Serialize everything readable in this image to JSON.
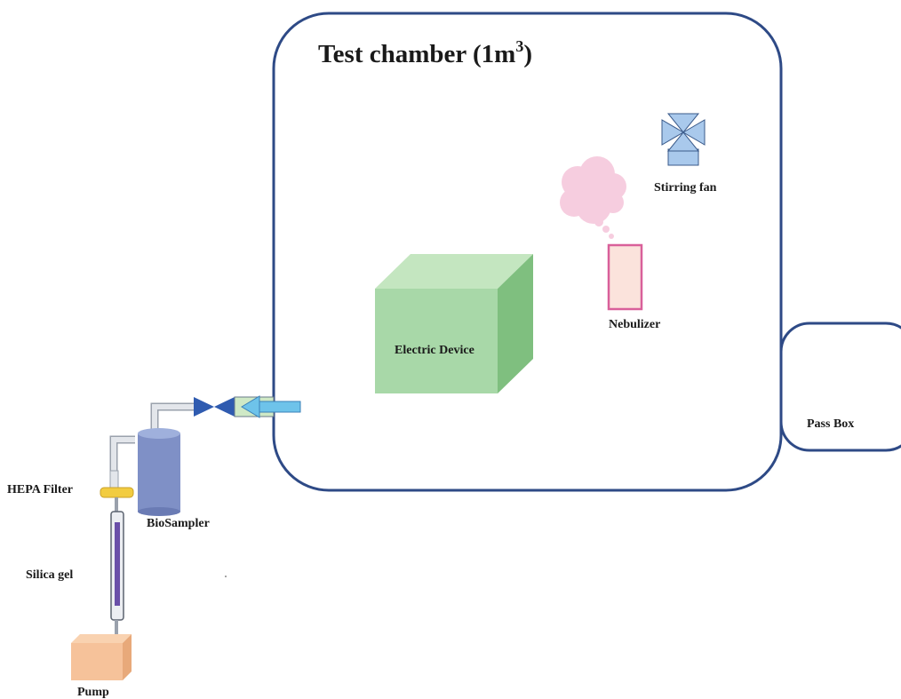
{
  "title": {
    "text": "Test chamber (1m",
    "superscript": "3",
    "close": ")"
  },
  "labels": {
    "stirring_fan": "Stirring fan",
    "nebulizer": "Nebulizer",
    "electric_device": "Electric Device",
    "pass_box": "Pass Box",
    "hepa_filter": "HEPA Filter",
    "biosampler": "BioSampler",
    "silica_gel": "Silica gel",
    "pump": "Pump"
  },
  "colors": {
    "chamber_outline": "#2e4a86",
    "device_front": "#a8d8a8",
    "device_top": "#c4e6c0",
    "device_side": "#7fbf7f",
    "nebulizer_fill": "#fbe3dc",
    "nebulizer_stroke": "#d9609a",
    "mist": "#f6c8dc",
    "fan": "#a9c9ec",
    "fan_stroke": "#3a5a8a",
    "biosampler": "#7f90c6",
    "hepa": "#f2cc40",
    "silica": "#6a4fa8",
    "pump": "#f6c29a",
    "valve": "#2f5bb0",
    "arrow": "#6ec3ea",
    "tube": "#d7dbe2"
  }
}
